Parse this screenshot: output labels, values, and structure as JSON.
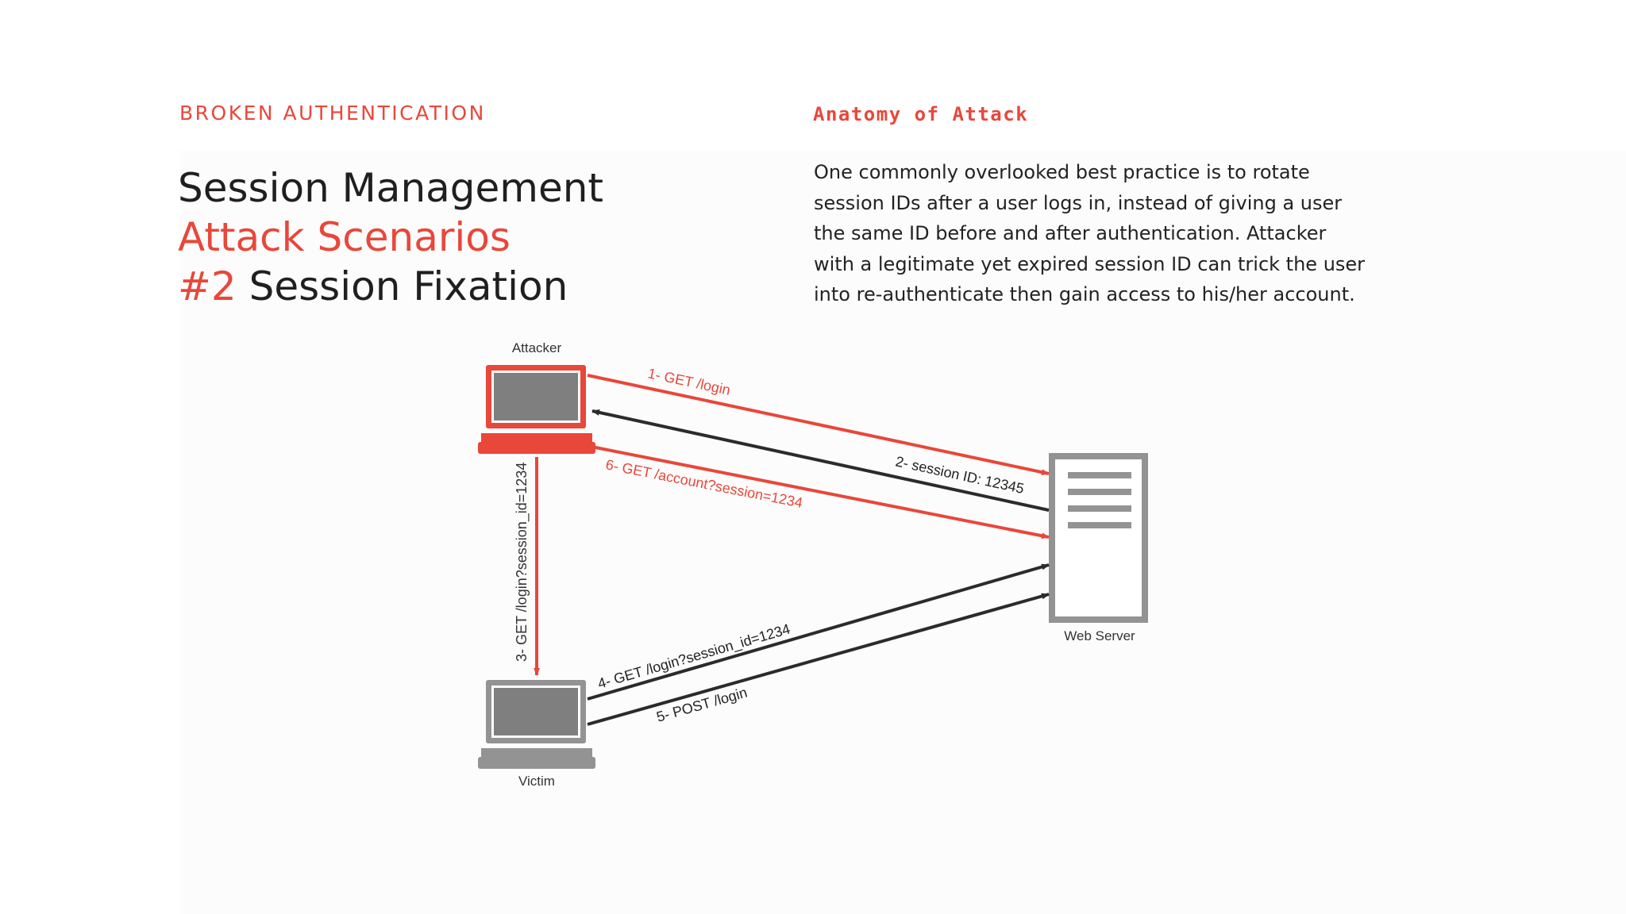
{
  "header": {
    "eyebrow": "BROKEN AUTHENTICATION",
    "title_line1": "Session Management",
    "title_line2": "Attack Scenarios",
    "title_number": "#2",
    "title_line3": " Session Fixation"
  },
  "anatomy": {
    "heading": "Anatomy of Attack",
    "lines": [
      "One commonly overlooked best practice is to rotate",
      "session IDs after a user logs in, instead of giving a user",
      "the same ID before and after authentication. Attacker",
      "with a legitimate yet expired session ID can trick the user",
      "into re-authenticate then gain access to his/her account."
    ]
  },
  "diagram": {
    "nodes": {
      "attacker": "Attacker",
      "victim": "Victim",
      "server": "Web Server"
    },
    "steps": {
      "s1": "1- GET /login",
      "s2": "2- session ID: 12345",
      "s3": "3- GET /login?session_id=1234",
      "s4": "4- GET /login?session_id=1234",
      "s5": "5- POST /login",
      "s6": "6- GET /account?session=1234"
    },
    "colors": {
      "attacker_red": "#e8473a",
      "neutral_gray": "#939393",
      "arrow_dark": "#2b2b2b"
    }
  }
}
